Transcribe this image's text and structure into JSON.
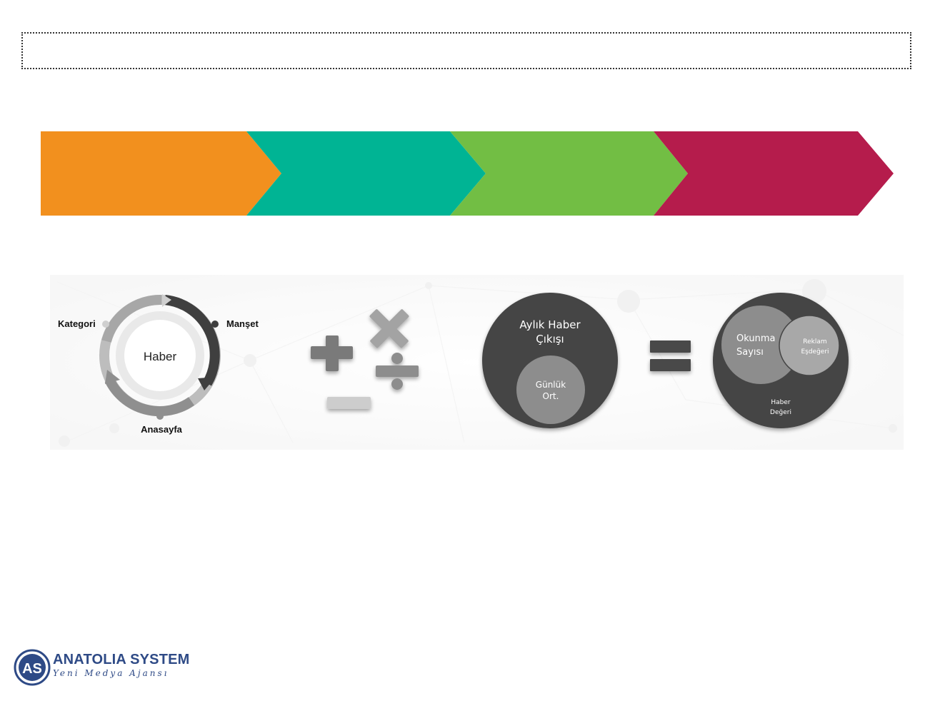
{
  "title_box": {
    "text": ""
  },
  "process_arrow": {
    "segments": [
      {
        "label": "",
        "color": "#f2901e"
      },
      {
        "label": "",
        "color": "#00b494"
      },
      {
        "label": "",
        "color": "#72be44"
      },
      {
        "label": "",
        "color": "#b51c4c"
      }
    ]
  },
  "cycle": {
    "center_label": "Haber",
    "labels": {
      "top_left": "Kategori",
      "top_right": "Manşet",
      "bottom": "Anasayfa"
    }
  },
  "operators": {
    "icons": [
      "plus-icon",
      "multiply-icon",
      "divide-icon",
      "minus-icon"
    ]
  },
  "monthly_circle": {
    "title": "Aylık Haber Çıkışı",
    "inner": "Günlük Ort."
  },
  "equals": {
    "icon": "equals-icon"
  },
  "value_circle": {
    "read_count": "Okunma Sayısı",
    "ad_equivalent": "Reklam Eşdeğeri",
    "news_value": "Haber Değeri"
  },
  "logo": {
    "name": "ANATOLIA SYSTEM",
    "tagline": "Yeni Medya Ajansı",
    "mark": "AS",
    "color": "#2e4a86"
  },
  "colors": {
    "dark_gray": "#454545",
    "mid_gray": "#8d8d8d",
    "light_gray": "#c9c9c9"
  }
}
